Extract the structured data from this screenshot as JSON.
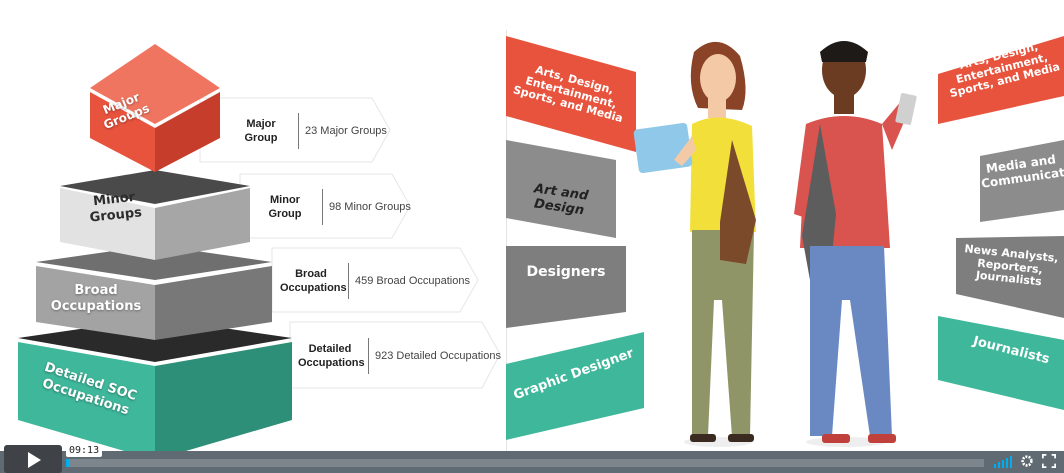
{
  "hierarchy": {
    "tiers": [
      {
        "label": "Major Groups",
        "callout_label": "Major Group",
        "callout_value": "23 Major Groups"
      },
      {
        "label": "Minor Groups",
        "callout_label": "Minor Group",
        "callout_value": "98 Minor Groups"
      },
      {
        "label": "Broad Occupations",
        "callout_label": "Broad Occupations",
        "callout_value": "459 Broad Occupations"
      },
      {
        "label": "Detailed SOC Occupations",
        "callout_label": "Detailed Occupations",
        "callout_value": "923 Detailed Occupations"
      }
    ]
  },
  "left_ribbons": [
    "Arts, Design, Entertainment, Sports, and Media",
    "Art and Design",
    "Designers",
    "Graphic Designer"
  ],
  "right_ribbons": [
    "Arts, Design, Entertainment, Sports, and Media",
    "Media and Communication",
    "News Analysts, Reporters, Journalists",
    "Journalists"
  ],
  "player": {
    "time": "09:13",
    "progress": 0.003
  },
  "colors": {
    "major": "#e8533d",
    "minor": "#d9d9d9",
    "broad": "#9b9b9b",
    "detailed": "#3fb79b",
    "ribbon_red": "#e8533d",
    "ribbon_gray": "#8c8c8c",
    "ribbon_teal": "#3fb79b",
    "accent": "#00adef"
  }
}
